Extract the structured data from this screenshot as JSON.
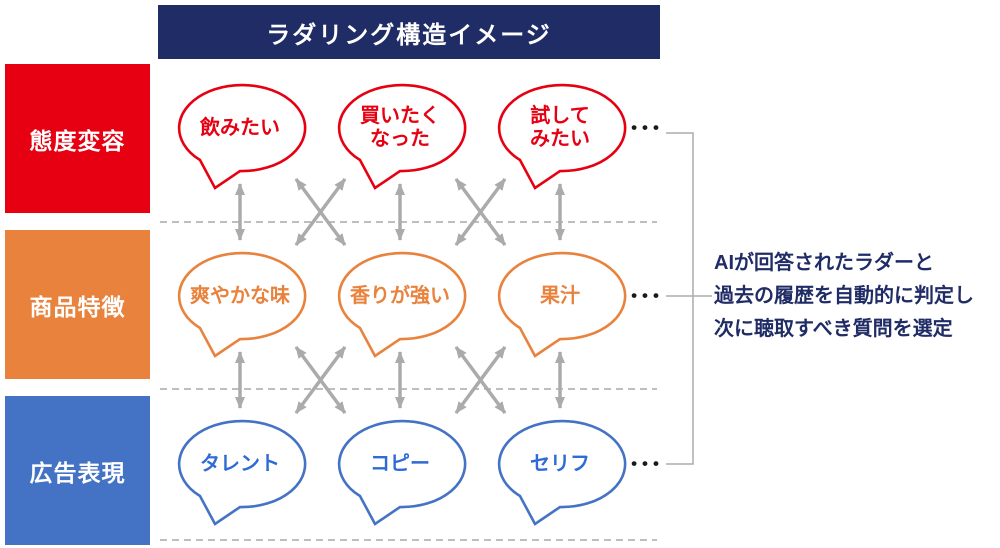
{
  "title": "ラダリング構造イメージ",
  "colors": {
    "navy": "#202C66",
    "arrow": "#ABABAB",
    "dash": "#A8A8A8",
    "dots": "#1A1A1A",
    "blue_text": "#2E6BD4"
  },
  "rows": [
    {
      "label": "態度変容",
      "color": "#E60012",
      "text_color": "#E60012",
      "bubbles": [
        "飲みたい",
        "買いたく\nなった",
        "試して\nみたい"
      ],
      "ellipsis": "•••"
    },
    {
      "label": "商品特徴",
      "color": "#E8823C",
      "text_color": "#E8823C",
      "bubbles": [
        "爽やかな味",
        "香りが強い",
        "果汁"
      ],
      "ellipsis": "•••"
    },
    {
      "label": "広告表現",
      "color": "#4472C4",
      "text_color": "#2E6BD4",
      "bubbles": [
        "タレント",
        "コピー",
        "セリフ"
      ],
      "ellipsis": "•••"
    }
  ],
  "annotation": {
    "lines": [
      "AIが回答されたラダーと",
      "過去の履歴を自動的に判定し",
      "次に聴取すべき質問を選定"
    ]
  }
}
